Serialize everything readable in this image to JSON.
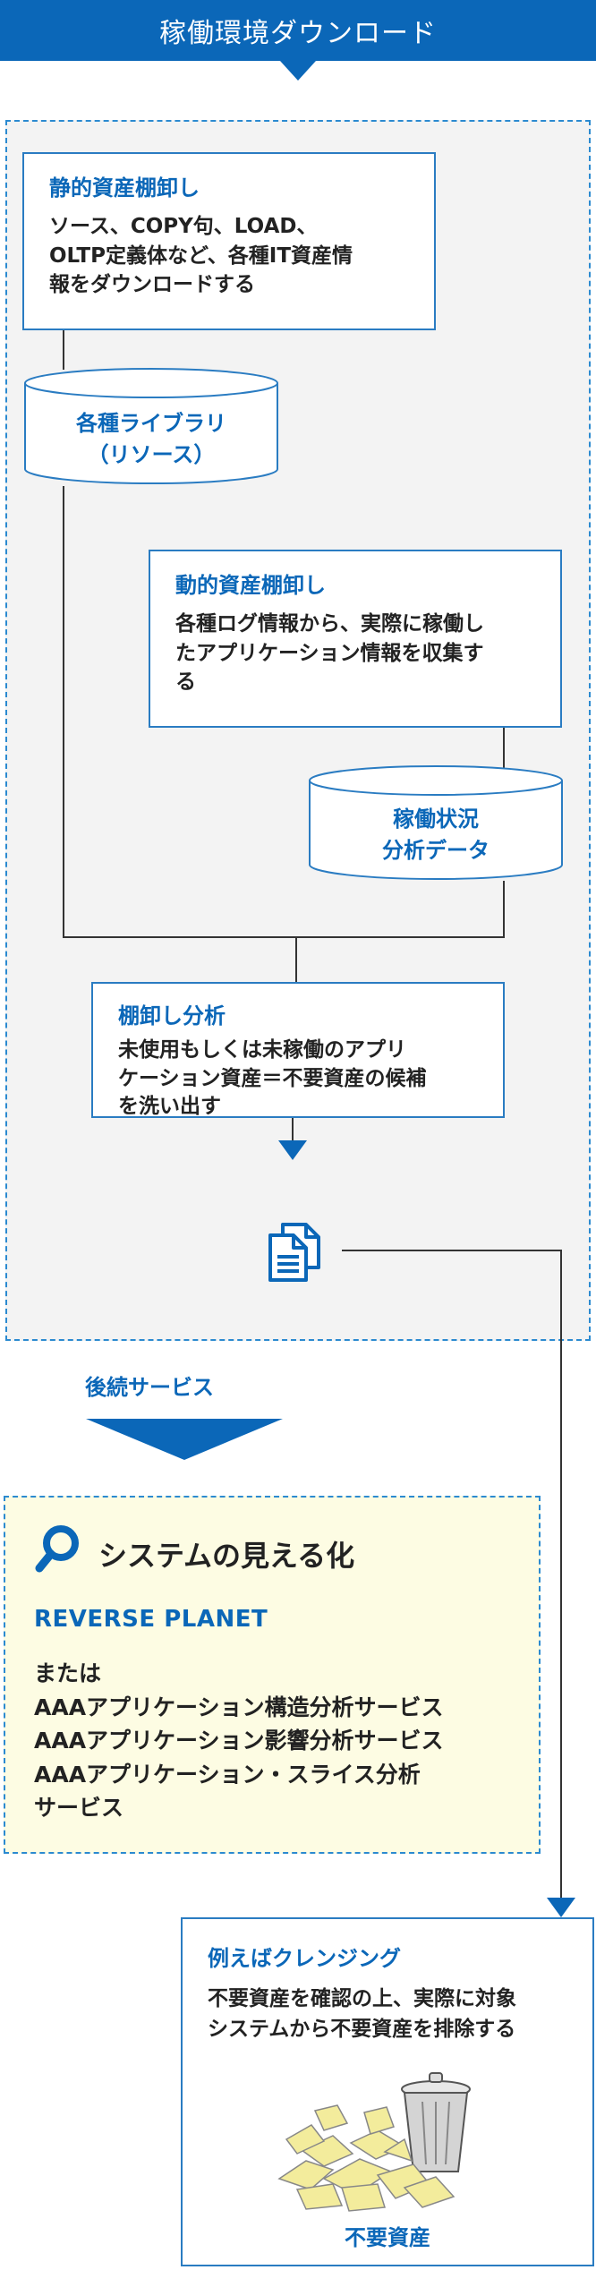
{
  "header": {
    "title": "稼働環境ダウンロード"
  },
  "static": {
    "title": "静的資産棚卸し",
    "lines": [
      "ソース、COPY句、LOAD、",
      "OLTP定義体など、各種IT資産情",
      "報をダウンロードする"
    ]
  },
  "library": {
    "lines": [
      "各種ライブラリ",
      "（リソース）"
    ]
  },
  "dynamic": {
    "title": "動的資産棚卸し",
    "lines": [
      "各種ログ情報から、実際に稼働し",
      "たアプリケーション情報を収集す",
      "る"
    ]
  },
  "operation_data": {
    "lines": [
      "稼働状況",
      "分析データ"
    ]
  },
  "analysis": {
    "title": "棚卸し分析",
    "lines": [
      "未使用もしくは未稼働のアプリ",
      "ケーション資産＝不要資産の候補",
      "を洗い出す"
    ]
  },
  "follow_service": "後続サービス",
  "visualize": {
    "title": "システムの見える化",
    "product": "REVERSE PLANET",
    "lines": [
      "または",
      "AAAアプリケーション構造分析サービス",
      "AAAアプリケーション影響分析サービス",
      "AAAアプリケーション・スライス分析",
      "サービス"
    ]
  },
  "cleansing": {
    "title": "例えばクレンジング",
    "lines": [
      "不要資産を確認の上、実際に対象",
      "システムから不要資産を排除する"
    ],
    "caption": "不要資産"
  },
  "colors": {
    "brand_blue": "#0b67b8",
    "panel_gray": "#f3f3f3",
    "highlight_yellow": "#fdfce3"
  }
}
